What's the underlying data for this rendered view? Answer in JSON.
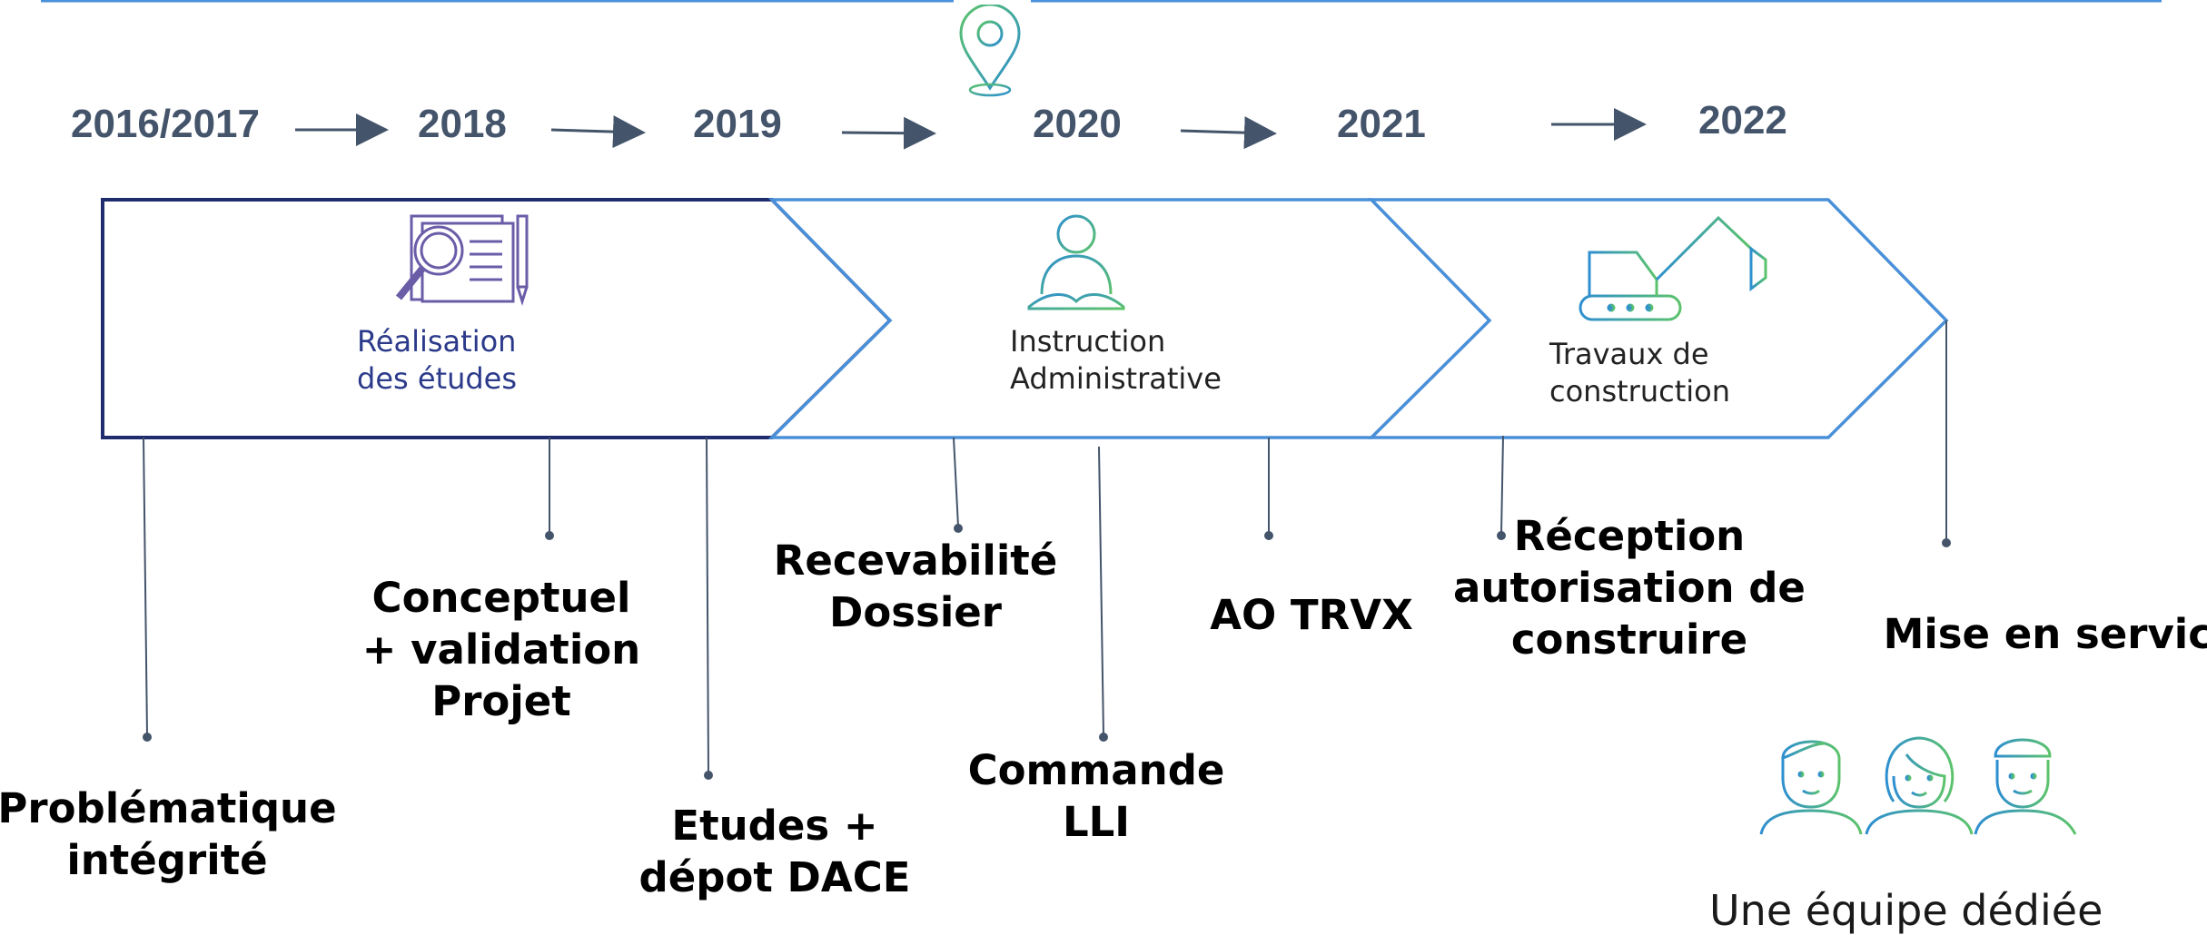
{
  "timeline": {
    "years": [
      "2016/2017",
      "2018",
      "2019",
      "2020",
      "2021",
      "2022"
    ]
  },
  "phases": [
    {
      "line1": "Réalisation",
      "line2": "des études",
      "icon": "document-magnifier-icon"
    },
    {
      "line1": "Instruction",
      "line2": "Administrative",
      "icon": "reader-book-icon"
    },
    {
      "line1": "Travaux de",
      "line2": "construction",
      "icon": "excavator-icon"
    }
  ],
  "milestones": [
    {
      "lines": [
        "Problématique",
        "intégrité"
      ]
    },
    {
      "lines": [
        "Conceptuel",
        "+ validation",
        "Projet"
      ]
    },
    {
      "lines": [
        "Etudes +",
        "dépot DACE"
      ]
    },
    {
      "lines": [
        "Recevabilité",
        "Dossier"
      ]
    },
    {
      "lines": [
        "Commande",
        "LLI"
      ]
    },
    {
      "lines": [
        "AO TRVX"
      ]
    },
    {
      "lines": [
        "Réception",
        "autorisation de",
        "construire"
      ]
    },
    {
      "lines": [
        "Mise en service"
      ]
    }
  ],
  "team": {
    "caption": "Une équipe dédiée",
    "icon": "team-people-icon"
  },
  "colors": {
    "year_text": "#44546a",
    "phase1_border": "#1f2d6e",
    "phase_border": "#4a90d9",
    "accent_green": "#5cc36b",
    "accent_blue": "#2e8fd0"
  }
}
